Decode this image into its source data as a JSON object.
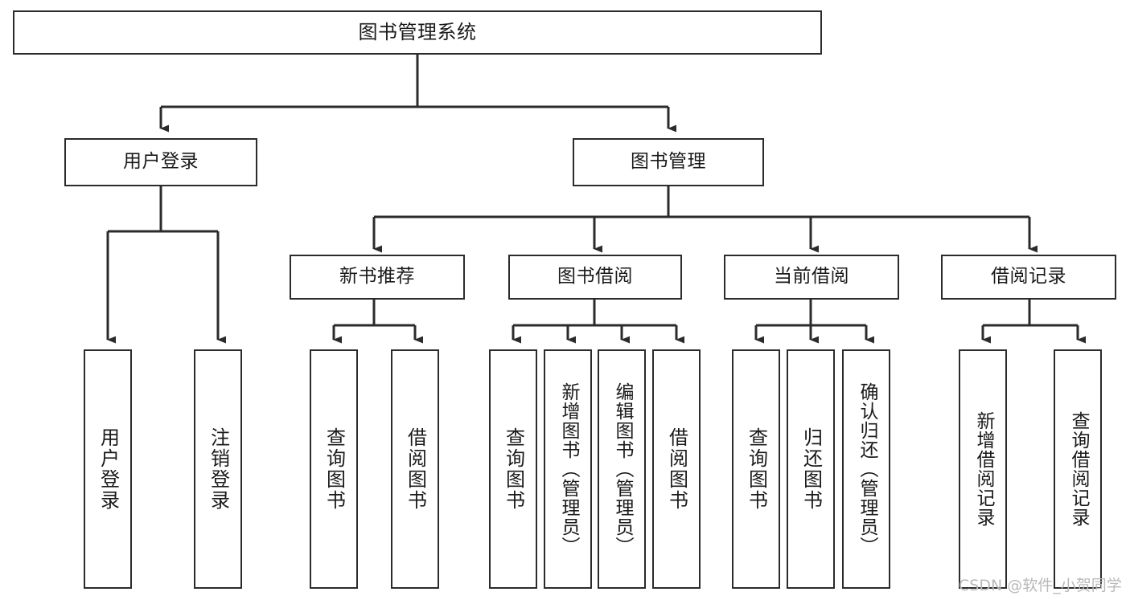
{
  "diagram": {
    "title": "图书管理系统",
    "type": "功能结构图",
    "root": {
      "id": "root",
      "label": "图书管理系统"
    },
    "level1": [
      {
        "id": "user-login",
        "label": "用户登录"
      },
      {
        "id": "book-manage",
        "label": "图书管理"
      }
    ],
    "level2": [
      {
        "id": "new-book-recommend",
        "label": "新书推荐",
        "parent": "book-manage"
      },
      {
        "id": "book-borrow",
        "label": "图书借阅",
        "parent": "book-manage"
      },
      {
        "id": "current-borrow",
        "label": "当前借阅",
        "parent": "book-manage"
      },
      {
        "id": "borrow-record",
        "label": "借阅记录",
        "parent": "book-manage"
      }
    ],
    "leaves": [
      {
        "id": "leaf-user-login",
        "label": "用户登录",
        "parent": "user-login"
      },
      {
        "id": "leaf-logout",
        "label": "注销登录",
        "parent": "user-login"
      },
      {
        "id": "leaf-query-book-1",
        "label": "查询图书",
        "parent": "new-book-recommend"
      },
      {
        "id": "leaf-borrow-book-1",
        "label": "借阅图书",
        "parent": "new-book-recommend"
      },
      {
        "id": "leaf-query-book-2",
        "label": "查询图书",
        "parent": "book-borrow"
      },
      {
        "id": "leaf-add-book",
        "label": "新增图书（管理员）",
        "parent": "book-borrow"
      },
      {
        "id": "leaf-edit-book",
        "label": "编辑图书（管理员）",
        "parent": "book-borrow"
      },
      {
        "id": "leaf-borrow-book-2",
        "label": "借阅图书",
        "parent": "book-borrow"
      },
      {
        "id": "leaf-query-book-3",
        "label": "查询图书",
        "parent": "current-borrow"
      },
      {
        "id": "leaf-return-book",
        "label": "归还图书",
        "parent": "current-borrow"
      },
      {
        "id": "leaf-confirm-return",
        "label": "确认归还（管理员）",
        "parent": "current-borrow"
      },
      {
        "id": "leaf-add-record",
        "label": "新增借阅记录",
        "parent": "borrow-record"
      },
      {
        "id": "leaf-query-record",
        "label": "查询借阅记录",
        "parent": "borrow-record"
      }
    ],
    "colors": {
      "stroke": "#2b2b2b",
      "fill": "#ffffff",
      "text": "#1a1a1a",
      "watermark": "#b9b9b9"
    }
  },
  "watermark": {
    "text": "CSDN @软件_小贺同学"
  }
}
